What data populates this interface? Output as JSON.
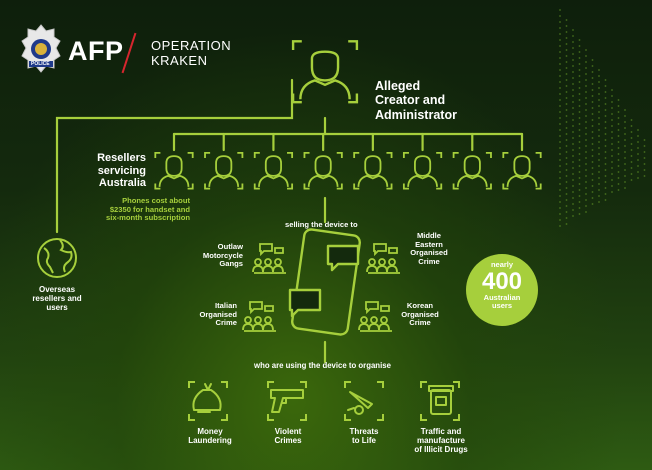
{
  "header": {
    "brand": "AFP",
    "operation_line1": "OPERATION",
    "operation_line2": "KRAKEN",
    "badge_text": "POLICE"
  },
  "creator": {
    "label_line1": "Alleged",
    "label_line2": "Creator and",
    "label_line3": "Administrator"
  },
  "resellers": {
    "label_line1": "Resellers",
    "label_line2": "servicing",
    "label_line3": "Australia",
    "note_line1": "Phones cost about",
    "note_line2": "$2350 for handset and",
    "note_line3": "six-month subscription",
    "count": 8
  },
  "overseas": {
    "label_line1": "Overseas",
    "label_line2": "resellers and",
    "label_line3": "users",
    "icon": "globe-icon"
  },
  "selling_to": "selling the device to",
  "groups": {
    "outlaw": [
      "Outlaw",
      "Motorcycle",
      "Gangs"
    ],
    "middle_eastern": [
      "Middle",
      "Eastern",
      "Organised",
      "Crime"
    ],
    "italian": [
      "Italian",
      "Organised",
      "Crime"
    ],
    "korean": [
      "Korean",
      "Organised",
      "Crime"
    ]
  },
  "users": {
    "prefix": "nearly",
    "number": "400",
    "suffix_line1": "Australian",
    "suffix_line2": "users"
  },
  "using_to_organise": "who are using the device to organise",
  "crimes": {
    "money": [
      "Money",
      "Laundering"
    ],
    "violent": [
      "Violent",
      "Crimes"
    ],
    "threats": [
      "Threats",
      "to Life"
    ],
    "drugs": [
      "Traffic and",
      "manufacture",
      "of Illicit Drugs"
    ]
  },
  "colors": {
    "accent": "#a6cf3c",
    "brand_red": "#d6262e",
    "background": "#142a0d"
  }
}
